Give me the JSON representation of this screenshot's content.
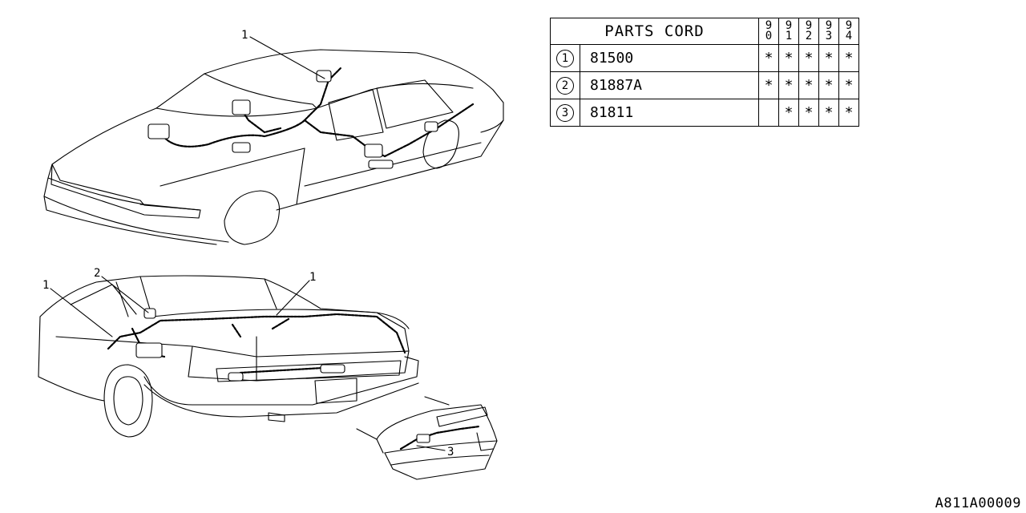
{
  "table": {
    "header": "PARTS CORD",
    "years": [
      "90",
      "91",
      "92",
      "93",
      "94"
    ],
    "rows": [
      {
        "index": "1",
        "code": "81500",
        "marks": [
          "*",
          "*",
          "*",
          "*",
          "*"
        ]
      },
      {
        "index": "2",
        "code": "81887A",
        "marks": [
          "*",
          "*",
          "*",
          "*",
          "*"
        ]
      },
      {
        "index": "3",
        "code": "81811",
        "marks": [
          "",
          "*",
          "*",
          "*",
          "*"
        ]
      }
    ]
  },
  "callouts": {
    "front_harness": "1",
    "rear_harness_left": "1",
    "rear_harness_center": "2",
    "rear_harness_right": "1",
    "trunk_harness": "3"
  },
  "diagram_id": "A811A00009"
}
